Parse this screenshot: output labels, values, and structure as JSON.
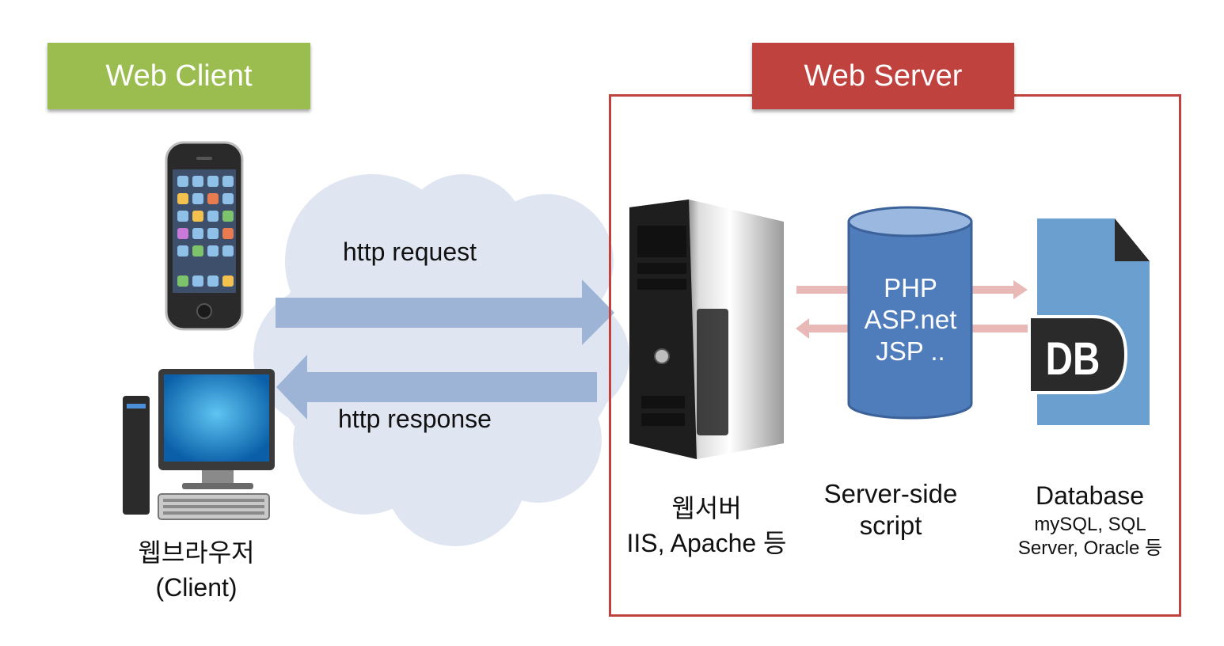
{
  "client": {
    "header": "Web Client",
    "caption_line1": "웹브라우저",
    "caption_line2": "(Client)"
  },
  "server": {
    "header": "Web Server",
    "webserver_line1": "웹서버",
    "webserver_line2": "IIS, Apache 등",
    "script_line1": "Server-side",
    "script_line2": "script",
    "script_langs": [
      "PHP",
      "ASP.net",
      "JSP .."
    ],
    "db_title": "Database",
    "db_sub_line1": "mySQL, SQL",
    "db_sub_line2": "Server, Oracle 등",
    "db_badge": "DB"
  },
  "flows": {
    "request": "http request",
    "response": "http response"
  },
  "colors": {
    "client_header": "#9bbd4f",
    "server_header": "#c0423f",
    "cloud": "#dfe6f1",
    "arrow": "#9db4d6",
    "cylinder": "#4f7cba",
    "document": "#6a9fcf",
    "small_arrow": "#e9b9b7"
  },
  "icons": {
    "phone": "smartphone-icon",
    "desktop": "desktop-computer-icon",
    "server": "server-tower-icon",
    "cylinder": "database-cylinder-icon",
    "document": "database-document-icon"
  }
}
